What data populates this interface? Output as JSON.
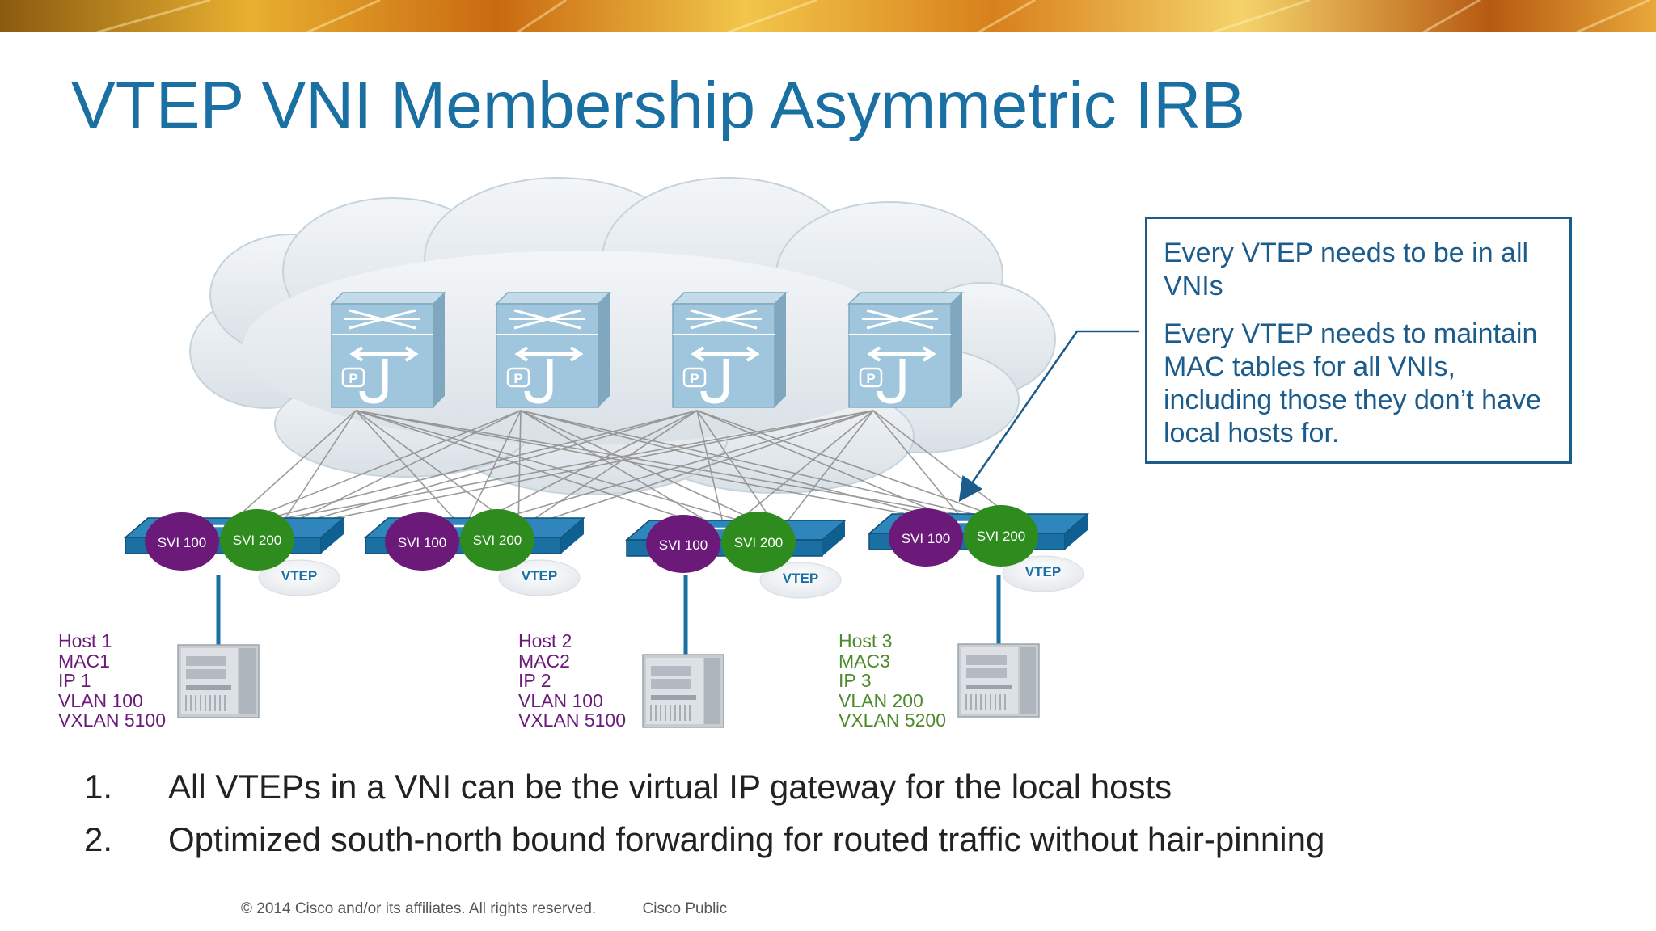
{
  "title": "VTEP VNI Membership Asymmetric IRB",
  "callout": {
    "line1": "Every VTEP needs to be in all VNIs",
    "line2": "Every VTEP needs to maintain MAC tables for all VNIs, including those they don’t have local hosts for."
  },
  "spines": [
    {
      "icon": "spine-switch-icon",
      "badge": "P"
    },
    {
      "icon": "spine-switch-icon",
      "badge": "P"
    },
    {
      "icon": "spine-switch-icon",
      "badge": "P"
    },
    {
      "icon": "spine-switch-icon",
      "badge": "P"
    }
  ],
  "leaves": [
    {
      "svi_a": "SVI 100",
      "svi_b": "SVI 200",
      "vtep": "VTEP"
    },
    {
      "svi_a": "SVI 100",
      "svi_b": "SVI 200",
      "vtep": "VTEP"
    },
    {
      "svi_a": "SVI 100",
      "svi_b": "SVI 200",
      "vtep": "VTEP"
    },
    {
      "svi_a": "SVI 100",
      "svi_b": "SVI 200",
      "vtep": "VTEP"
    }
  ],
  "hosts": [
    {
      "name": "Host 1",
      "mac": "MAC1",
      "ip": "IP 1",
      "vlan": "VLAN 100",
      "vxlan": "VXLAN 5100"
    },
    {
      "name": "Host 2",
      "mac": "MAC2",
      "ip": "IP 2",
      "vlan": "VLAN 100",
      "vxlan": "VXLAN 5100"
    },
    {
      "name": "Host 3",
      "mac": "MAC3",
      "ip": "IP 3",
      "vlan": "VLAN 200",
      "vxlan": "VXLAN 5200"
    }
  ],
  "bullets": [
    {
      "num": "1.",
      "text": "All VTEPs in a VNI can be the virtual IP gateway for the local hosts"
    },
    {
      "num": "2.",
      "text": "Optimized south-north bound forwarding for routed traffic without hair-pinning"
    }
  ],
  "footer": {
    "copyright": "© 2014 Cisco and/or its affiliates. All rights reserved.",
    "classification": "Cisco Public"
  },
  "colors": {
    "title": "#1a6fa3",
    "callout": "#1b5c8c",
    "svi_100": "#6b1a7a",
    "svi_200": "#2e8b1e",
    "leaf_switch": "#1a6fa3",
    "spine_switch": "#9fc6dc",
    "cloud": "#e6ebef"
  }
}
